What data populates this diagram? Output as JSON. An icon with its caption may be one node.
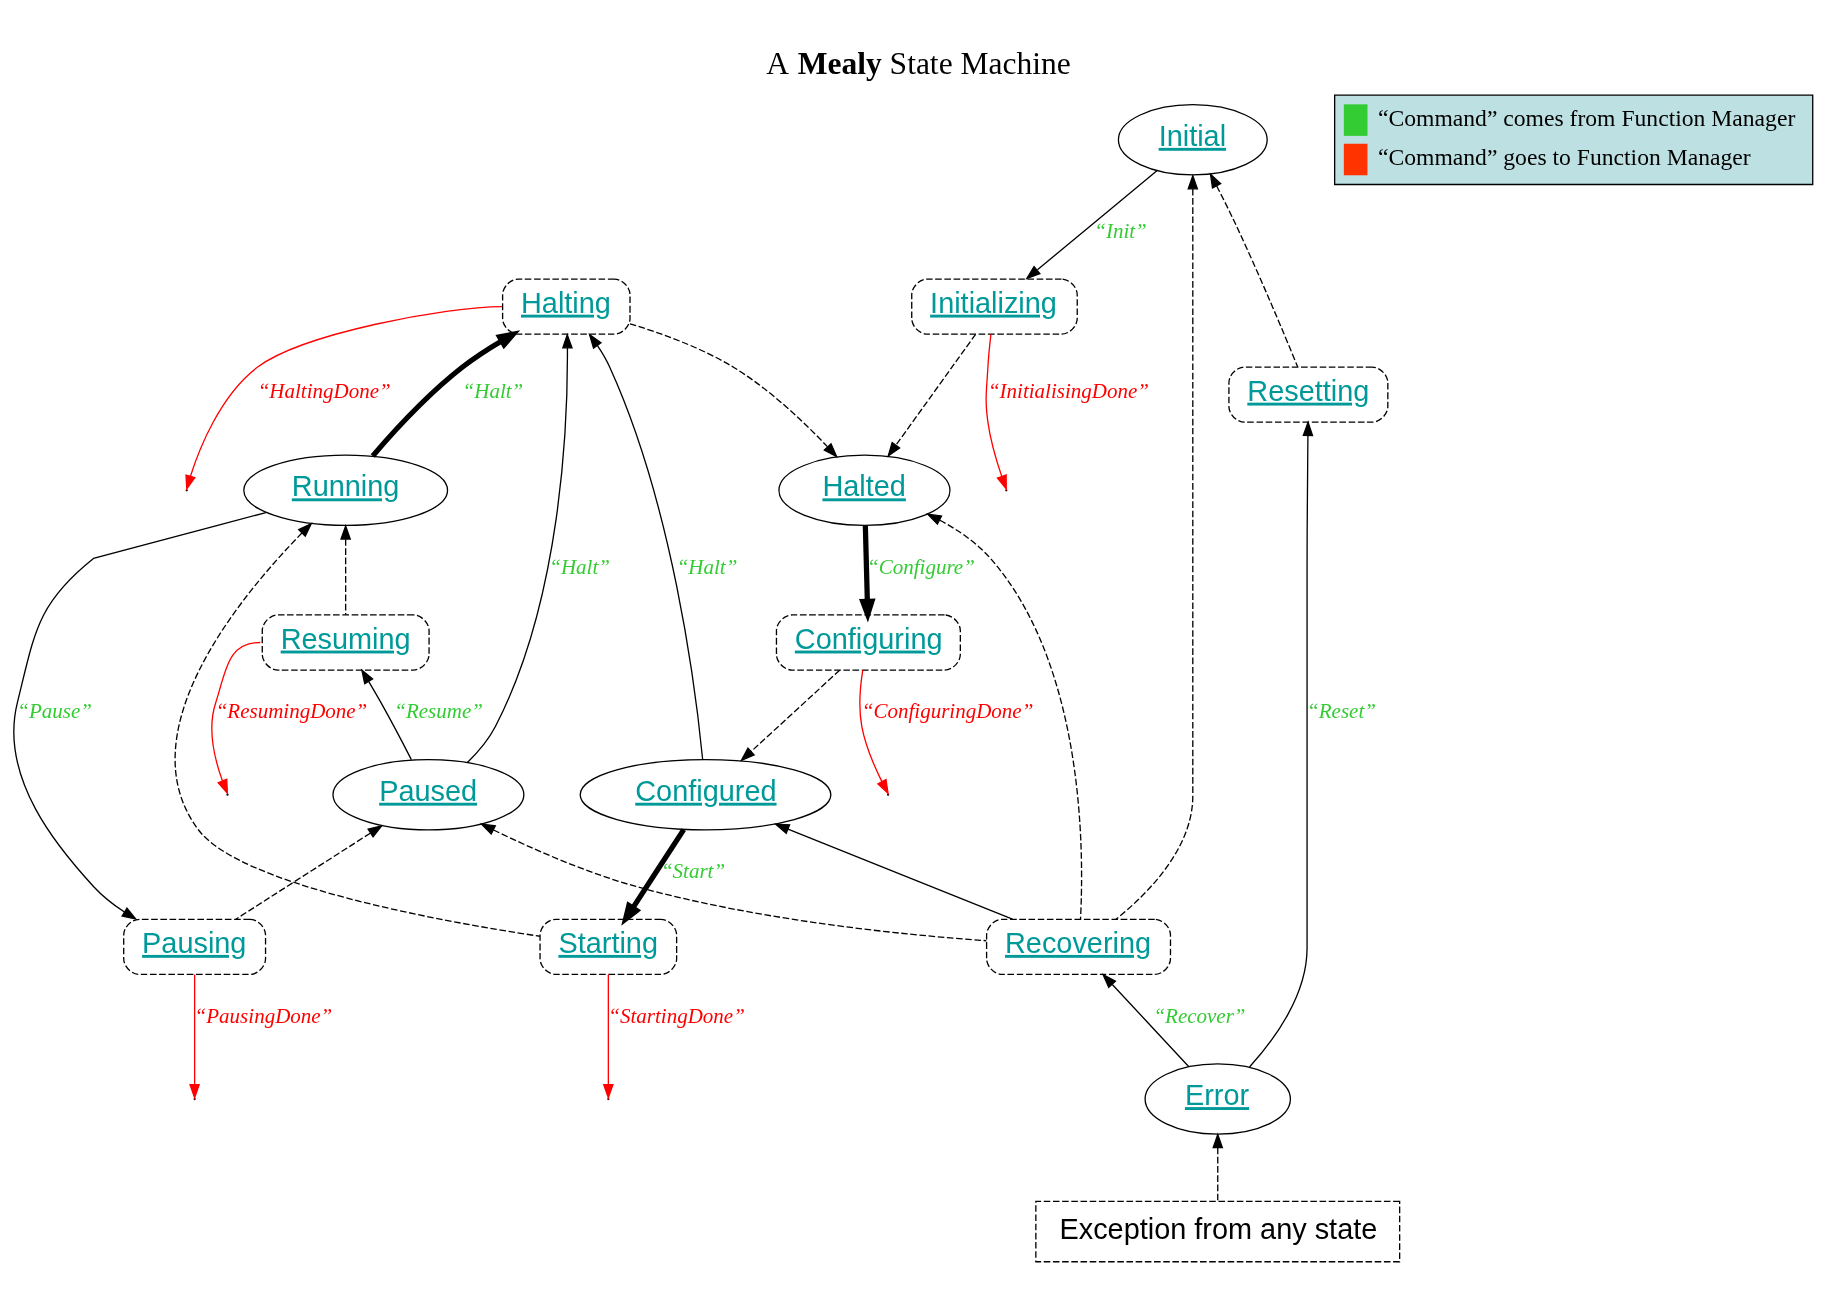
{
  "diagram": {
    "title": "A **Mealy** State Machine",
    "nodes": [
      {
        "text": [
          "Initial"
        ]
      },
      {
        "text": [
          "Initializing"
        ]
      },
      {
        "text": [
          "Halted"
        ]
      },
      {
        "text": [
          "Halting"
        ]
      },
      {
        "text": [
          "Configuring"
        ]
      },
      {
        "text": [
          "Configured"
        ]
      },
      {
        "text": [
          "Running"
        ]
      },
      {
        "text": [
          "Starting"
        ]
      },
      {
        "text": [
          "Resuming"
        ]
      },
      {
        "text": [
          "Paused"
        ]
      },
      {
        "text": [
          "Pausing"
        ]
      },
      {
        "text": [
          "Recovering"
        ]
      },
      {
        "text": [
          "Resetting"
        ]
      },
      {
        "text": [
          "Error"
        ]
      },
      {
        "text": [
          "Exception from any state"
        ]
      }
    ],
    "edges": [
      {
        "from": 0,
        "to": 1,
        "arrow": "to",
        "label": "“Init”"
      },
      {
        "from": 1,
        "to": 2,
        "arrow": "to",
        "style": "dashed"
      },
      {
        "from": 1,
        "to": null,
        "arrow": "to",
        "label": "“InitialisingDone”",
        "color": "#ff0000"
      },
      {
        "from": 3,
        "to": 2,
        "arrow": "to",
        "style": "dashed"
      },
      {
        "from": 3,
        "to": null,
        "arrow": "to",
        "label": "“HaltingDone”",
        "color": "#ff0000"
      },
      {
        "from": 2,
        "to": 4,
        "arrow": "to",
        "label": "“Configure”",
        "style": "thick"
      },
      {
        "from": 4,
        "to": 5,
        "arrow": "to",
        "style": "dashed"
      },
      {
        "from": 4,
        "to": null,
        "arrow": "to",
        "label": "“ConfiguringDone”",
        "color": "#ff0000"
      },
      {
        "from": 5,
        "to": 3,
        "arrow": "to",
        "label": "“Halt”"
      },
      {
        "from": 5,
        "to": 7,
        "arrow": "to",
        "label": "“Start”",
        "style": "thick"
      },
      {
        "from": 7,
        "to": 6,
        "arrow": "to",
        "style": "dashed"
      },
      {
        "from": 7,
        "to": null,
        "arrow": "to",
        "label": "“StartingDone”",
        "color": "#ff0000"
      },
      {
        "from": 6,
        "to": 3,
        "arrow": "to",
        "label": "“Halt”",
        "style": "thick"
      },
      {
        "from": 6,
        "to": 10,
        "arrow": "to",
        "label": "“Pause”"
      },
      {
        "from": 10,
        "to": 9,
        "arrow": "to",
        "style": "dashed"
      },
      {
        "from": 10,
        "to": null,
        "arrow": "to",
        "label": "“PausingDone”",
        "color": "#ff0000"
      },
      {
        "from": 9,
        "to": 8,
        "arrow": "to",
        "label": "“Resume”"
      },
      {
        "from": 8,
        "to": 6,
        "arrow": "to",
        "style": "dashed"
      },
      {
        "from": 8,
        "to": null,
        "arrow": "to",
        "label": "“ResumingDone”",
        "color": "#ff0000"
      },
      {
        "from": 9,
        "to": 3,
        "arrow": "to",
        "label": "“Halt”"
      },
      {
        "from": 13,
        "to": 11,
        "arrow": "to",
        "label": "“Recover”"
      },
      {
        "from": 13,
        "to": 12,
        "arrow": "to",
        "label": "“Reset”"
      },
      {
        "from": 11,
        "to": 5,
        "arrow": "to"
      },
      {
        "from": 11,
        "to": 2,
        "arrow": "to",
        "style": "dashed"
      },
      {
        "from": 11,
        "to": 9,
        "arrow": "to",
        "style": "dashed"
      },
      {
        "from": 11,
        "to": 0,
        "arrow": "to",
        "style": "dashed"
      },
      {
        "from": 12,
        "to": 0,
        "arrow": "to",
        "style": "dashed"
      },
      {
        "from": 14,
        "to": 13,
        "arrow": "to",
        "style": "dashed"
      }
    ],
    "legend": [
      {
        "text": "“Command” comes from Function Manager",
        "color": "#33cc33"
      },
      {
        "text": "“Command” goes to Function Manager",
        "color": "#ff3300"
      }
    ]
  }
}
